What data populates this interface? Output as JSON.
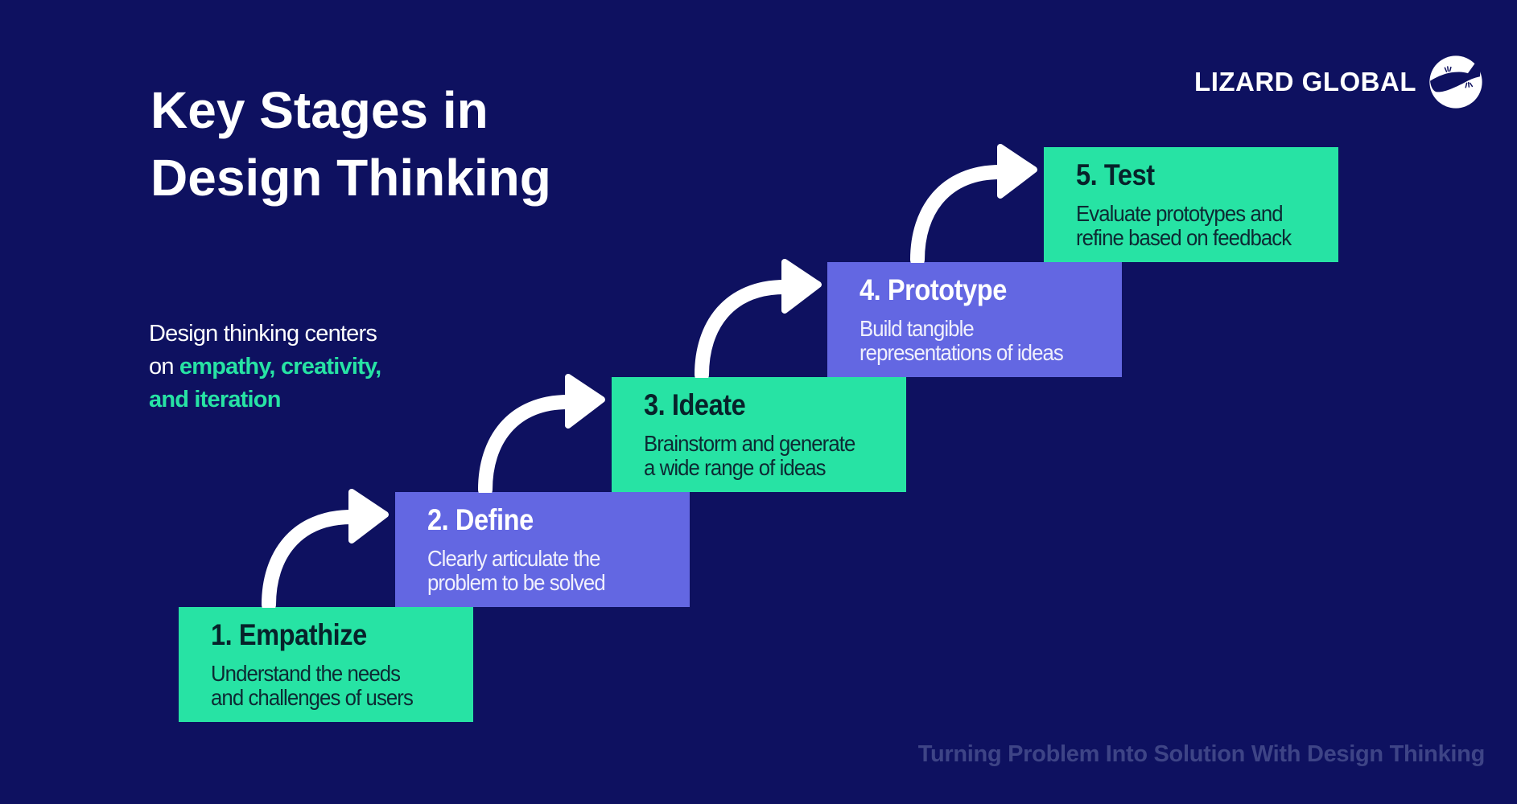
{
  "header": {
    "title_line1": "Key Stages in",
    "title_line2": "Design Thinking",
    "brand_name": "LIZARD GLOBAL"
  },
  "intro": {
    "line1": "Design thinking centers",
    "line2_plain": "on ",
    "line2_highlight": "empathy, creativity,",
    "line3_highlight": "and iteration"
  },
  "stages": [
    {
      "title": "1. Empathize",
      "desc_lines": [
        "Understand the needs",
        "and challenges of users"
      ],
      "color": "green"
    },
    {
      "title": "2. Define",
      "desc_lines": [
        "Clearly articulate the",
        "problem to be solved"
      ],
      "color": "purple"
    },
    {
      "title": "3. Ideate",
      "desc_lines": [
        "Brainstorm and generate",
        "a wide range of ideas"
      ],
      "color": "green"
    },
    {
      "title": "4. Prototype",
      "desc_lines": [
        "Build tangible",
        "representations of ideas"
      ],
      "color": "purple"
    },
    {
      "title": "5. Test",
      "desc_lines": [
        "Evaluate prototypes and",
        "refine based on feedback"
      ],
      "color": "green"
    }
  ],
  "footer": {
    "tagline": "Turning Problem Into Solution With Design Thinking"
  },
  "colors": {
    "background": "#0e1160",
    "green": "#27e3a4",
    "purple": "#6367e2",
    "text_on_green": "#0d2a33",
    "text_on_purple": "#ffffff",
    "tagline": "#3e4486",
    "arrow": "#ffffff"
  }
}
